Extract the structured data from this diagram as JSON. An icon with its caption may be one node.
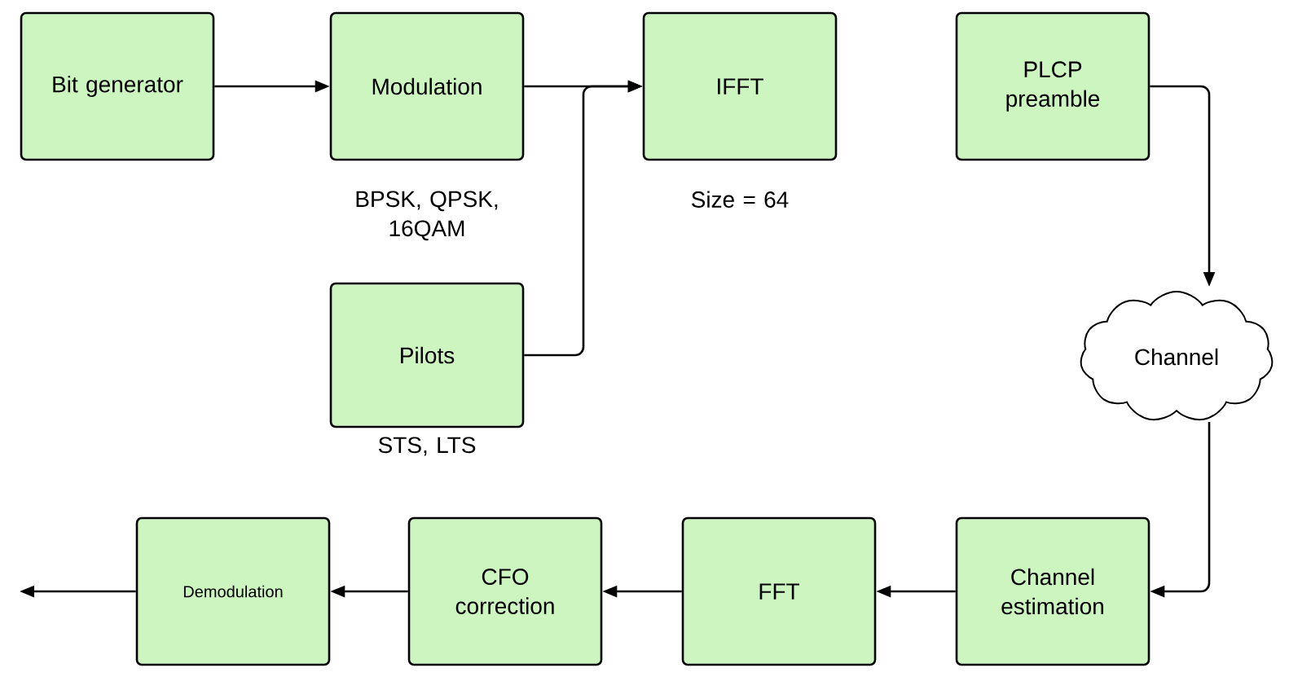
{
  "diagram": {
    "nodes": [
      {
        "text": [
          "Bit generator"
        ]
      },
      {
        "text": [
          "Modulation"
        ],
        "beside": [
          "BPSK, QPSK, 16QAM"
        ]
      },
      {
        "text": [
          "IFFT"
        ],
        "beside": [
          "Size = 64"
        ]
      },
      {
        "text": [
          "PLCP preamble"
        ]
      },
      {
        "text": [
          "Pilots"
        ],
        "beside": [
          "STS, LTS"
        ]
      },
      {
        "text": [
          "Channel"
        ]
      },
      {
        "text": [
          "Channel estimation"
        ]
      },
      {
        "text": [
          "FFT"
        ]
      },
      {
        "text": [
          "CFO correction"
        ]
      },
      {
        "text": [
          "Demodulation"
        ]
      }
    ],
    "edges": [
      {
        "from": 0,
        "to": 1,
        "arrow": "to"
      },
      {
        "from": 1,
        "to": 2,
        "arrow": "to"
      },
      {
        "from": 4,
        "to": 2,
        "arrow": "to"
      },
      {
        "from": 3,
        "to": 5,
        "arrow": "to"
      },
      {
        "from": 5,
        "to": 6,
        "arrow": "to"
      },
      {
        "from": 6,
        "to": 7,
        "arrow": "to"
      },
      {
        "from": 7,
        "to": 8,
        "arrow": "to"
      },
      {
        "from": 8,
        "to": 9,
        "arrow": "to"
      },
      {
        "from": 9,
        "to": null,
        "arrow": "to"
      }
    ]
  }
}
